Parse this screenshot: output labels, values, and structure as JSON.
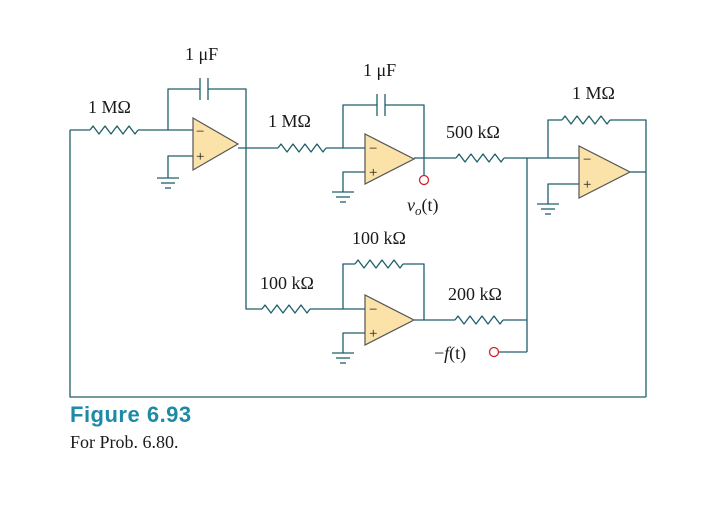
{
  "components": {
    "c1": "1 μF",
    "c2": "1 μF",
    "r_input": "1 MΩ",
    "r_stage2": "1 MΩ",
    "r_feedback3": "1 MΩ",
    "r_500k": "500 kΩ",
    "r_100k_in": "100 kΩ",
    "r_100k_fb": "100 kΩ",
    "r_200k": "200 kΩ"
  },
  "nodes": {
    "vo_v": "v",
    "vo_sub": "o",
    "vo_t": "(t)",
    "f_neg": "−",
    "f_name": "f",
    "f_t": "(t)"
  },
  "opamp": {
    "plus_sign": "+",
    "minus_sign": "−"
  },
  "caption": {
    "title": "Figure 6.93",
    "subtitle": "For Prob. 6.80."
  },
  "colors": {
    "wire": "#1f5f6b",
    "opamp_fill": "#fbe2a9",
    "opamp_stroke": "#555555",
    "plus_sign": "#d0202e",
    "title": "#1d8aa6"
  }
}
